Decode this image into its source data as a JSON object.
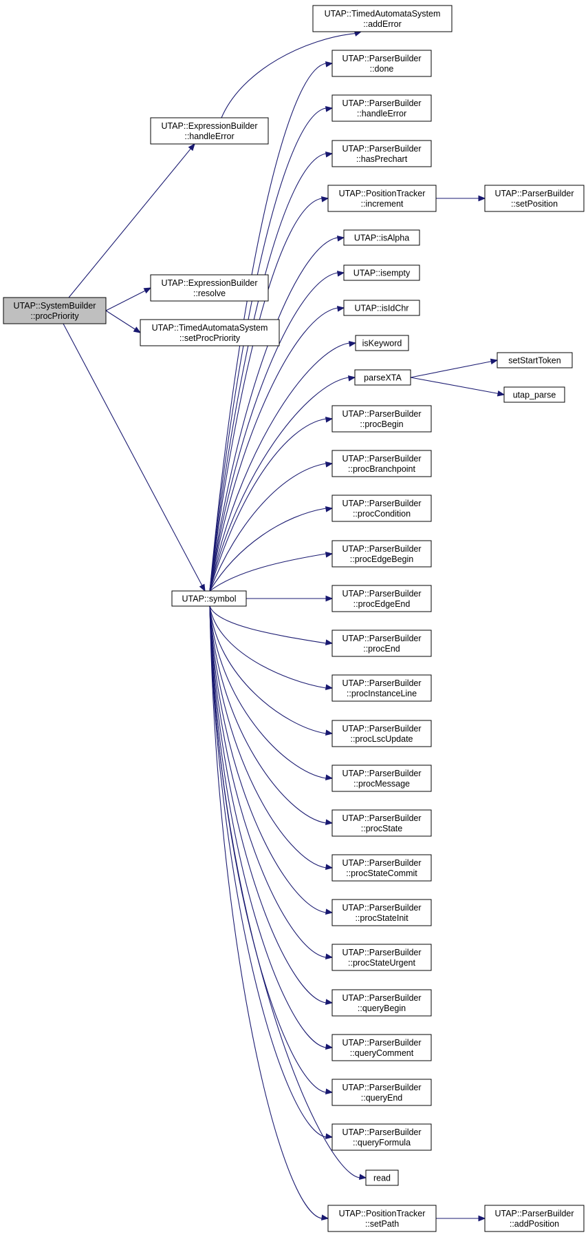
{
  "graph": {
    "colors": {
      "edge": "#191970",
      "root_fill": "#bfbfbf",
      "node_fill": "#ffffff",
      "border": "#000000"
    },
    "nodes": [
      {
        "id": "procPriority",
        "root": true,
        "lines": [
          "UTAP::SystemBuilder",
          "::procPriority"
        ]
      },
      {
        "id": "eb_handleError",
        "lines": [
          "UTAP::ExpressionBuilder",
          "::handleError"
        ]
      },
      {
        "id": "tas_addError",
        "lines": [
          "UTAP::TimedAutomataSystem",
          "::addError"
        ]
      },
      {
        "id": "eb_resolve",
        "lines": [
          "UTAP::ExpressionBuilder",
          "::resolve"
        ]
      },
      {
        "id": "tas_setProcPriority",
        "lines": [
          "UTAP::TimedAutomataSystem",
          "::setProcPriority"
        ]
      },
      {
        "id": "symbol",
        "lines": [
          "UTAP::symbol"
        ]
      },
      {
        "id": "pb_done",
        "lines": [
          "UTAP::ParserBuilder",
          "::done"
        ]
      },
      {
        "id": "pb_handleError",
        "lines": [
          "UTAP::ParserBuilder",
          "::handleError"
        ]
      },
      {
        "id": "pb_hasPrechart",
        "lines": [
          "UTAP::ParserBuilder",
          "::hasPrechart"
        ]
      },
      {
        "id": "pt_increment",
        "lines": [
          "UTAP::PositionTracker",
          "::increment"
        ]
      },
      {
        "id": "pb_setPosition",
        "lines": [
          "UTAP::ParserBuilder",
          "::setPosition"
        ]
      },
      {
        "id": "isAlpha",
        "lines": [
          "UTAP::isAlpha"
        ]
      },
      {
        "id": "isempty",
        "lines": [
          "UTAP::isempty"
        ]
      },
      {
        "id": "isIdChr",
        "lines": [
          "UTAP::isIdChr"
        ]
      },
      {
        "id": "isKeyword",
        "lines": [
          "isKeyword"
        ]
      },
      {
        "id": "parseXTA",
        "lines": [
          "parseXTA"
        ]
      },
      {
        "id": "setStartToken",
        "lines": [
          "setStartToken"
        ]
      },
      {
        "id": "utap_parse",
        "lines": [
          "utap_parse"
        ]
      },
      {
        "id": "pb_procBegin",
        "lines": [
          "UTAP::ParserBuilder",
          "::procBegin"
        ]
      },
      {
        "id": "pb_procBranchpoint",
        "lines": [
          "UTAP::ParserBuilder",
          "::procBranchpoint"
        ]
      },
      {
        "id": "pb_procCondition",
        "lines": [
          "UTAP::ParserBuilder",
          "::procCondition"
        ]
      },
      {
        "id": "pb_procEdgeBegin",
        "lines": [
          "UTAP::ParserBuilder",
          "::procEdgeBegin"
        ]
      },
      {
        "id": "pb_procEdgeEnd",
        "lines": [
          "UTAP::ParserBuilder",
          "::procEdgeEnd"
        ]
      },
      {
        "id": "pb_procEnd",
        "lines": [
          "UTAP::ParserBuilder",
          "::procEnd"
        ]
      },
      {
        "id": "pb_procInstanceLine",
        "lines": [
          "UTAP::ParserBuilder",
          "::procInstanceLine"
        ]
      },
      {
        "id": "pb_procLscUpdate",
        "lines": [
          "UTAP::ParserBuilder",
          "::procLscUpdate"
        ]
      },
      {
        "id": "pb_procMessage",
        "lines": [
          "UTAP::ParserBuilder",
          "::procMessage"
        ]
      },
      {
        "id": "pb_procState",
        "lines": [
          "UTAP::ParserBuilder",
          "::procState"
        ]
      },
      {
        "id": "pb_procStateCommit",
        "lines": [
          "UTAP::ParserBuilder",
          "::procStateCommit"
        ]
      },
      {
        "id": "pb_procStateInit",
        "lines": [
          "UTAP::ParserBuilder",
          "::procStateInit"
        ]
      },
      {
        "id": "pb_procStateUrgent",
        "lines": [
          "UTAP::ParserBuilder",
          "::procStateUrgent"
        ]
      },
      {
        "id": "pb_queryBegin",
        "lines": [
          "UTAP::ParserBuilder",
          "::queryBegin"
        ]
      },
      {
        "id": "pb_queryComment",
        "lines": [
          "UTAP::ParserBuilder",
          "::queryComment"
        ]
      },
      {
        "id": "pb_queryEnd",
        "lines": [
          "UTAP::ParserBuilder",
          "::queryEnd"
        ]
      },
      {
        "id": "pb_queryFormula",
        "lines": [
          "UTAP::ParserBuilder",
          "::queryFormula"
        ]
      },
      {
        "id": "read",
        "lines": [
          "read"
        ]
      },
      {
        "id": "pt_setPath",
        "lines": [
          "UTAP::PositionTracker",
          "::setPath"
        ]
      },
      {
        "id": "pb_addPosition",
        "lines": [
          "UTAP::ParserBuilder",
          "::addPosition"
        ]
      }
    ],
    "edges": [
      [
        "procPriority",
        "eb_handleError"
      ],
      [
        "eb_handleError",
        "tas_addError"
      ],
      [
        "procPriority",
        "eb_resolve"
      ],
      [
        "procPriority",
        "tas_setProcPriority"
      ],
      [
        "procPriority",
        "symbol"
      ],
      [
        "symbol",
        "pb_done"
      ],
      [
        "symbol",
        "pb_handleError"
      ],
      [
        "symbol",
        "pb_hasPrechart"
      ],
      [
        "symbol",
        "pt_increment"
      ],
      [
        "pt_increment",
        "pb_setPosition"
      ],
      [
        "symbol",
        "isAlpha"
      ],
      [
        "symbol",
        "isempty"
      ],
      [
        "symbol",
        "isIdChr"
      ],
      [
        "symbol",
        "isKeyword"
      ],
      [
        "symbol",
        "parseXTA"
      ],
      [
        "parseXTA",
        "setStartToken"
      ],
      [
        "parseXTA",
        "utap_parse"
      ],
      [
        "symbol",
        "pb_procBegin"
      ],
      [
        "symbol",
        "pb_procBranchpoint"
      ],
      [
        "symbol",
        "pb_procCondition"
      ],
      [
        "symbol",
        "pb_procEdgeBegin"
      ],
      [
        "symbol",
        "pb_procEdgeEnd"
      ],
      [
        "symbol",
        "pb_procEnd"
      ],
      [
        "symbol",
        "pb_procInstanceLine"
      ],
      [
        "symbol",
        "pb_procLscUpdate"
      ],
      [
        "symbol",
        "pb_procMessage"
      ],
      [
        "symbol",
        "pb_procState"
      ],
      [
        "symbol",
        "pb_procStateCommit"
      ],
      [
        "symbol",
        "pb_procStateInit"
      ],
      [
        "symbol",
        "pb_procStateUrgent"
      ],
      [
        "symbol",
        "pb_queryBegin"
      ],
      [
        "symbol",
        "pb_queryComment"
      ],
      [
        "symbol",
        "pb_queryEnd"
      ],
      [
        "symbol",
        "pb_queryFormula"
      ],
      [
        "symbol",
        "read"
      ],
      [
        "symbol",
        "pt_setPath"
      ],
      [
        "pt_setPath",
        "pb_addPosition"
      ]
    ]
  }
}
